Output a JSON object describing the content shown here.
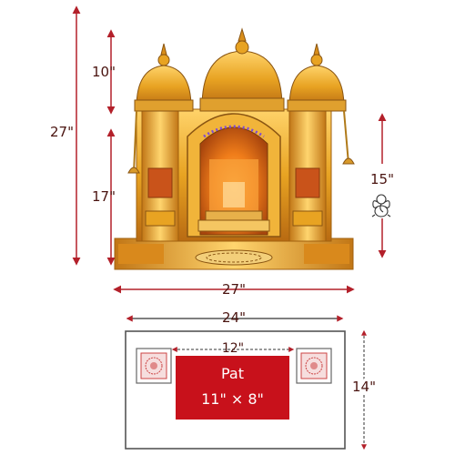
{
  "dimensions": {
    "total_height": "27\"",
    "dome_height": "10\"",
    "base_height": "17\"",
    "inner_height": "15\"",
    "total_width": "27\"",
    "platform_width": "24\"",
    "inner_spacing": "12\"",
    "platform_depth": "14\""
  },
  "pat": {
    "label": "Pat",
    "size": "11\" × 8\""
  },
  "colors": {
    "dimension_line": "#b3202a",
    "gold": "#e8a322",
    "pat_red": "#c8111b",
    "outline": "#555555"
  },
  "icons": {
    "deity": "ganesha-icon"
  }
}
